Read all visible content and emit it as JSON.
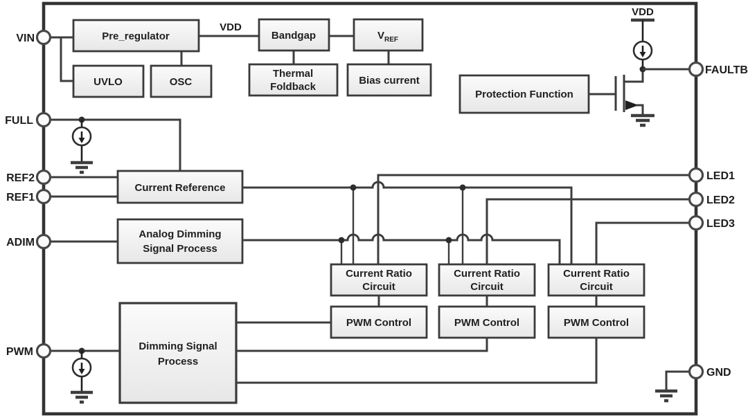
{
  "colors": {
    "wire": "#3d3d3d",
    "box_border": "#3a3a3a",
    "box_fill": "#f2f2f2",
    "text": "#1f1f1f",
    "background": "#ffffff"
  },
  "pins": {
    "left": [
      {
        "label": "VIN"
      },
      {
        "label": "FULL"
      },
      {
        "label": "REF2"
      },
      {
        "label": "REF1"
      },
      {
        "label": "ADIM"
      },
      {
        "label": "PWM"
      }
    ],
    "right": [
      {
        "label": "FAULTB"
      },
      {
        "label": "LED1"
      },
      {
        "label": "LED2"
      },
      {
        "label": "LED3"
      },
      {
        "label": "GND"
      }
    ]
  },
  "power": {
    "vdd_wire_label": "VDD",
    "vdd_supply_label": "VDD"
  },
  "blocks": {
    "pre_regulator": {
      "label": "Pre_regulator"
    },
    "uvlo": {
      "label": "UVLO"
    },
    "osc": {
      "label": "OSC"
    },
    "bandgap": {
      "label": "Bandgap"
    },
    "vref": {
      "main": "V",
      "sub": "REF"
    },
    "thermal_foldback": {
      "line1": "Thermal",
      "line2": "Foldback"
    },
    "bias_current": {
      "label": "Bias current"
    },
    "protection": {
      "label": "Protection Function"
    },
    "current_reference": {
      "label": "Current Reference"
    },
    "analog_dimming": {
      "line1": "Analog Dimming",
      "line2": "Signal Process"
    },
    "dimming_signal": {
      "line1": "Dimming Signal",
      "line2": "Process"
    }
  },
  "channels": [
    {
      "ratio_line1": "Current Ratio",
      "ratio_line2": "Circuit",
      "pwm_label": "PWM Control"
    },
    {
      "ratio_line1": "Current Ratio",
      "ratio_line2": "Circuit",
      "pwm_label": "PWM Control"
    },
    {
      "ratio_line1": "Current Ratio",
      "ratio_line2": "Circuit",
      "pwm_label": "PWM Control"
    }
  ]
}
